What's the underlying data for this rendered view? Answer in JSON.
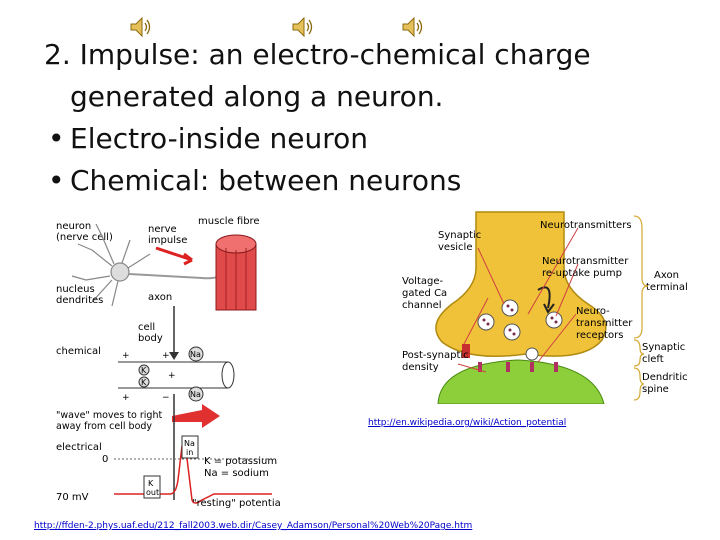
{
  "slide": {
    "heading_line1": "2. Impulse: an electro-chemical charge",
    "heading_line2": "generated along a neuron.",
    "bullets": [
      "Electro-inside neuron",
      "Chemical: between neurons"
    ],
    "bullet_char": "•"
  },
  "audio_icons": [
    "speaker-icon",
    "speaker-icon",
    "speaker-icon"
  ],
  "left_figure": {
    "neuron_label": "neuron",
    "nerve_cell_label": "(nerve cell)",
    "nerve_label": "nerve",
    "impulse_label": "impulse",
    "muscle_fibre_label": "muscle fibre",
    "axon_label": "axon",
    "nucleus_label": "nucleus",
    "dendrites_label": "dendrites",
    "cell_label": "cell",
    "body_label": "body",
    "chemical_label": "chemical",
    "ion_na": "Na",
    "ion_k": "K",
    "plus": "+",
    "minus": "−",
    "wave_label_line1": "\"wave\" moves to right",
    "wave_label_line2": "away from cell body",
    "electrical_label": "electrical",
    "zero_label": "0",
    "mv_label": "70 mV",
    "na_in_1": "Na",
    "na_in_2": "in",
    "k_out_1": "K",
    "k_out_2": "out",
    "potassium_label": "K = potassium",
    "sodium_label": "Na = sodium",
    "resting_label": "\"resting\" potentia"
  },
  "right_figure": {
    "neurotransmitters": "Neurotransmitters",
    "synaptic": "Synaptic",
    "vesicle": "vesicle",
    "neurotransmitter": "Neurotransmitter",
    "reuptake": "re-uptake pump",
    "axon": "Axon",
    "terminal": "terminal",
    "voltage": "Voltage-",
    "gated": "gated Ca",
    "channel": "channel",
    "neuro": "Neuro-",
    "transmitter": "transmitter",
    "receptors": "receptors",
    "synaptic2": "Synaptic",
    "cleft": "cleft",
    "post_synaptic": "Post-synaptic",
    "density": "density",
    "dendritic": "Dendritic",
    "spine": "spine"
  },
  "links": {
    "wiki": "http://en.wikipedia.org/wiki/Action_potential",
    "ffden": "http://ffden-2.phys.uaf.edu/212_fall2003.web.dir/Casey_Adamson/Personal%20Web%20Page.htm"
  }
}
